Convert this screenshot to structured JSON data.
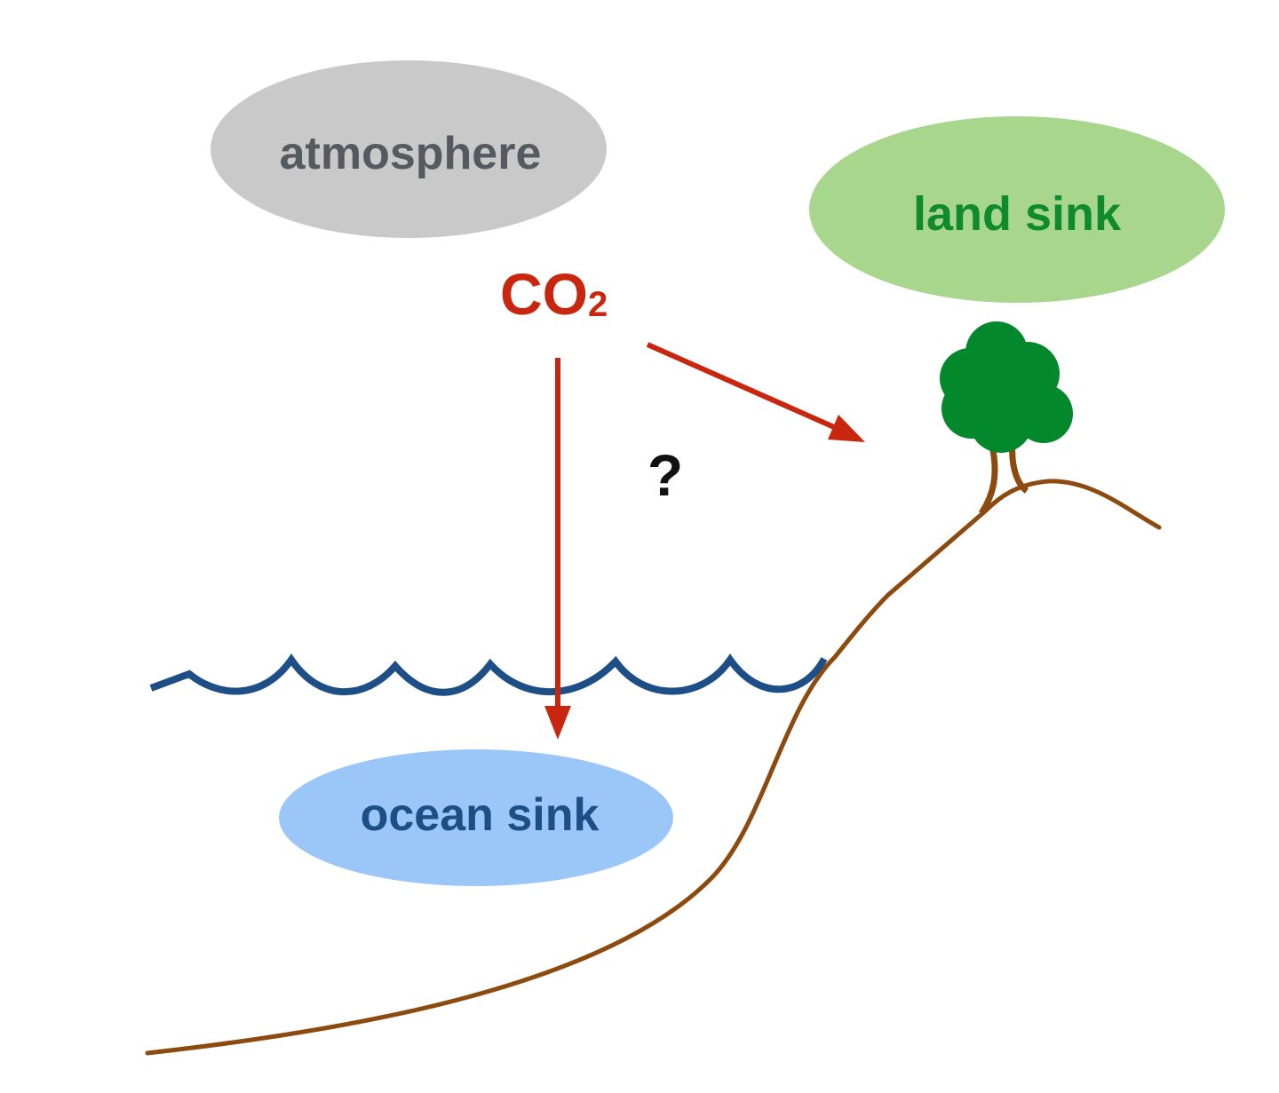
{
  "labels": {
    "atmosphere": "atmosphere",
    "land_sink": "land sink",
    "ocean_sink": "ocean sink",
    "co2_main": "CO",
    "co2_subscript": "2",
    "question": "?"
  },
  "colors": {
    "background": "#ffffff",
    "atmosphere_fill": "#c8c9c8",
    "atmosphere_text": "#555a61",
    "land_fill": "#a8d68c",
    "land_text": "#0f8a2c",
    "ocean_fill": "#9ac6f8",
    "ocean_text": "#1c4f86",
    "arrow": "#c8260f",
    "co2_text": "#c8260f",
    "question_text": "#111111",
    "wave": "#1d4f86",
    "ground": "#8c4a0e",
    "tree_canopy": "#04882c",
    "tree_trunk": "#8c4a0e"
  },
  "icons": {
    "tree": "tree-icon"
  }
}
